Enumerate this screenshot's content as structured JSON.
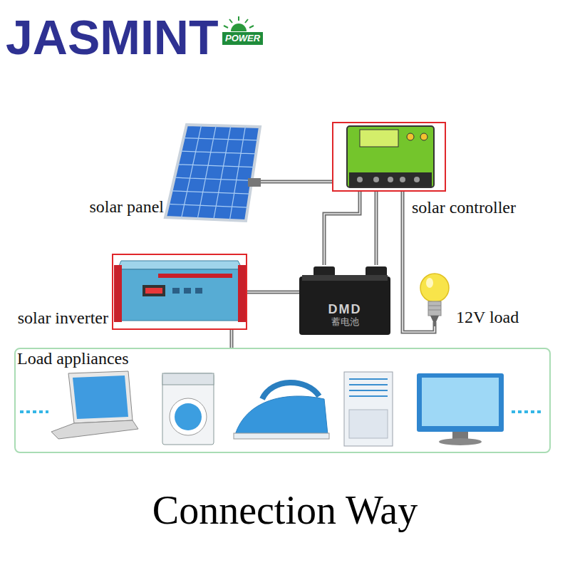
{
  "diagram": {
    "caption": "Connection Way",
    "nodes": [
      {
        "text": [
          "solar panel"
        ]
      },
      {
        "text": [
          "solar controller"
        ]
      },
      {
        "text": [
          "solar inverter"
        ]
      },
      {
        "text": [
          "DMD",
          "蓄电池"
        ]
      },
      {
        "text": [
          "12V load"
        ]
      },
      {
        "text": [
          "Load appliances"
        ]
      }
    ],
    "edges": [
      {
        "from": 0,
        "to": 1,
        "arrow": "none"
      },
      {
        "from": 1,
        "to": 3,
        "arrow": "none"
      },
      {
        "from": 1,
        "to": 3,
        "arrow": "none"
      },
      {
        "from": 1,
        "to": 4,
        "arrow": "none"
      },
      {
        "from": 3,
        "to": 2,
        "arrow": "none"
      },
      {
        "from": 2,
        "to": 5,
        "arrow": "none"
      }
    ],
    "labels": [
      "JASMINT",
      "POWER"
    ]
  }
}
